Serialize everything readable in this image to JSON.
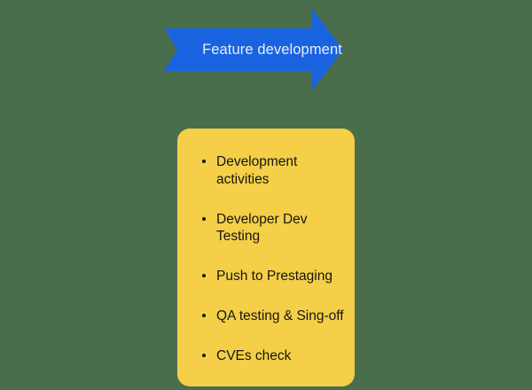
{
  "colors": {
    "background": "#4a6e4c",
    "arrow_fill": "#1a63e0",
    "arrow_text": "#e9eef9",
    "card_fill": "#f4cf47",
    "card_text": "#161616",
    "bullet": "#161616"
  },
  "flow": {
    "arrow": {
      "label": "Feature development",
      "icon": "right-arrow-banner-icon",
      "direction": "right"
    },
    "stage_card": {
      "items": [
        {
          "text": "Development activities"
        },
        {
          "text": "Developer Dev Testing"
        },
        {
          "text": "Push to Prestaging"
        },
        {
          "text": "QA testing & Sing-off"
        },
        {
          "text": "CVEs check"
        }
      ]
    }
  }
}
